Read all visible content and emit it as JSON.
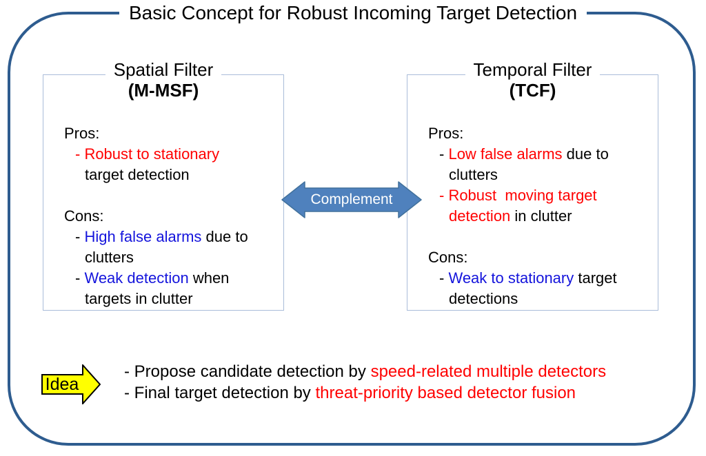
{
  "title": "Basic Concept for Robust Incoming Target Detection",
  "colors": {
    "frame_border": "#2E5C8F",
    "panel_border": "#A9BCD9",
    "arrow_fill": "#4F81BD",
    "arrow_stroke": "#41719C",
    "idea_fill": "#FFFF00",
    "idea_stroke": "#000000",
    "black": "#000000",
    "red": "#FF0000",
    "blue": "#1414DC",
    "complement_label_color": "#FFFFFF"
  },
  "left_box": {
    "title_line1": "Spatial Filter",
    "title_line2": "(M-MSF)",
    "lines": [
      {
        "indent": 0,
        "runs": [
          {
            "text": "Pros:",
            "color": "black"
          }
        ]
      },
      {
        "indent": 1,
        "runs": [
          {
            "text": "- Robust to stationary",
            "color": "red"
          }
        ]
      },
      {
        "indent": 2,
        "runs": [
          {
            "text": "target detection",
            "color": "black"
          }
        ]
      },
      {
        "indent": 0,
        "runs": []
      },
      {
        "indent": 0,
        "runs": [
          {
            "text": "Cons:",
            "color": "black"
          }
        ]
      },
      {
        "indent": 1,
        "runs": [
          {
            "text": "- ",
            "color": "black"
          },
          {
            "text": "High false alarms",
            "color": "blue"
          },
          {
            "text": " due to",
            "color": "black"
          }
        ]
      },
      {
        "indent": 2,
        "runs": [
          {
            "text": "clutters",
            "color": "black"
          }
        ]
      },
      {
        "indent": 1,
        "runs": [
          {
            "text": "- ",
            "color": "black"
          },
          {
            "text": "Weak detection",
            "color": "blue"
          },
          {
            "text": " when",
            "color": "black"
          }
        ]
      },
      {
        "indent": 2,
        "runs": [
          {
            "text": "targets in clutter",
            "color": "black"
          }
        ]
      }
    ]
  },
  "right_box": {
    "title_line1": "Temporal Filter",
    "title_line2": "(TCF)",
    "lines": [
      {
        "indent": 0,
        "runs": [
          {
            "text": "Pros:",
            "color": "black"
          }
        ]
      },
      {
        "indent": 1,
        "runs": [
          {
            "text": "- ",
            "color": "black"
          },
          {
            "text": "Low false alarms",
            "color": "red"
          },
          {
            "text": " due to",
            "color": "black"
          }
        ]
      },
      {
        "indent": 2,
        "runs": [
          {
            "text": "clutters",
            "color": "black"
          }
        ]
      },
      {
        "indent": 1,
        "runs": [
          {
            "text": "- Robust  moving target",
            "color": "red"
          }
        ]
      },
      {
        "indent": 2,
        "runs": [
          {
            "text": "detection",
            "color": "red"
          },
          {
            "text": " in clutter",
            "color": "black"
          }
        ]
      },
      {
        "indent": 0,
        "runs": []
      },
      {
        "indent": 0,
        "runs": [
          {
            "text": "Cons:",
            "color": "black"
          }
        ]
      },
      {
        "indent": 1,
        "runs": [
          {
            "text": "- ",
            "color": "black"
          },
          {
            "text": "Weak to stationary",
            "color": "blue"
          },
          {
            "text": " target",
            "color": "black"
          }
        ]
      },
      {
        "indent": 2,
        "runs": [
          {
            "text": "detections",
            "color": "black"
          }
        ]
      }
    ]
  },
  "complement_arrow": {
    "label": "Complement"
  },
  "idea": {
    "label": "Idea",
    "lines": [
      {
        "indent": 0,
        "runs": [
          {
            "text": "- Propose candidate detection by ",
            "color": "black"
          },
          {
            "text": "speed-related multiple detectors",
            "color": "red"
          }
        ]
      },
      {
        "indent": 0,
        "runs": [
          {
            "text": "- Final target detection by ",
            "color": "black"
          },
          {
            "text": "threat-priority based detector fusion",
            "color": "red"
          }
        ]
      }
    ]
  }
}
